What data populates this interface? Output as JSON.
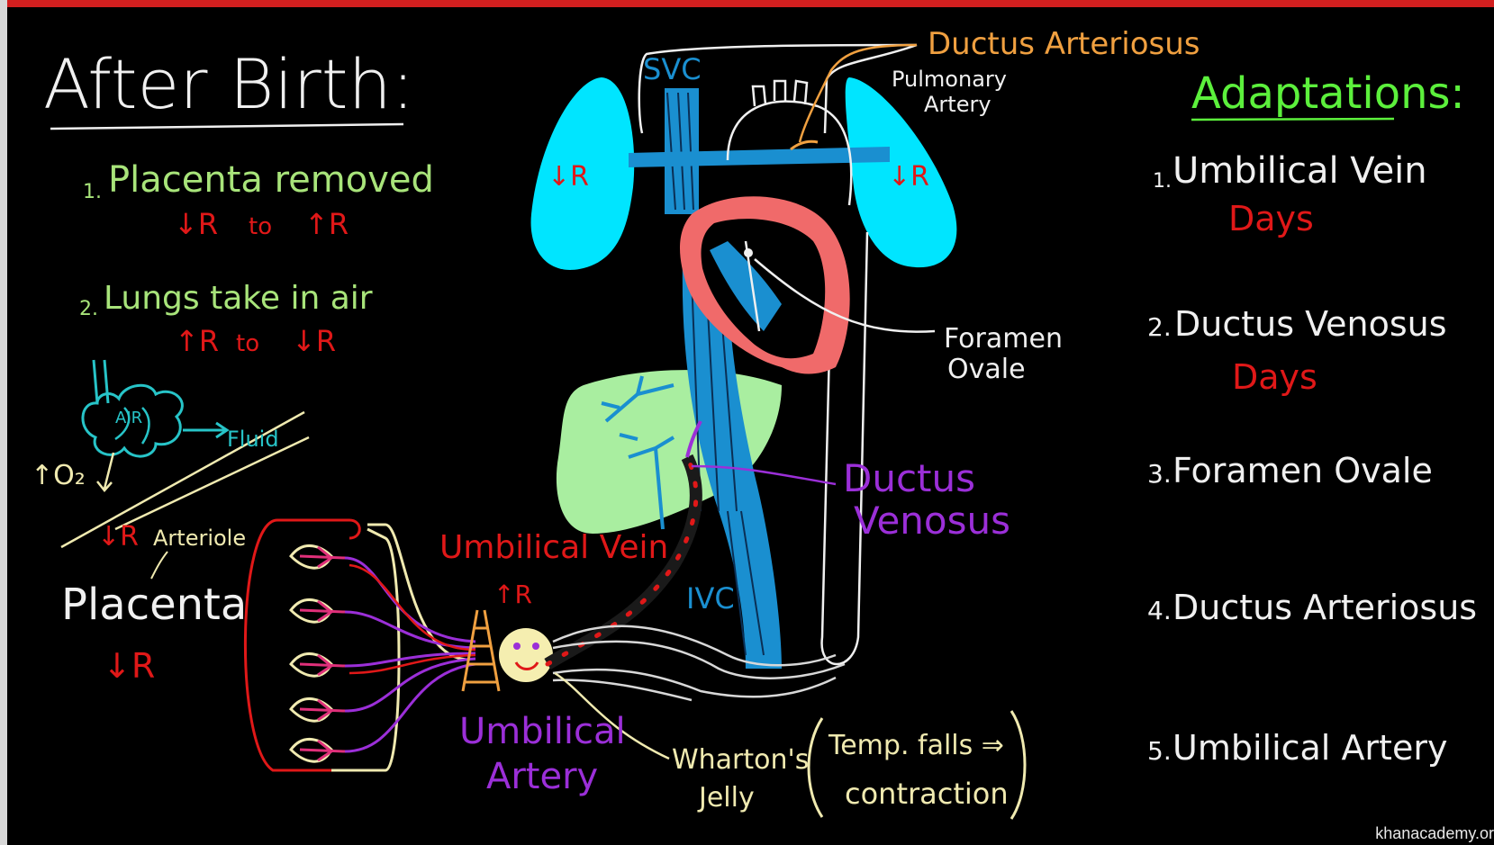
{
  "title": "After Birth:",
  "left_list": {
    "item1": {
      "num": "1.",
      "text": "Placenta removed",
      "change_from": "↓R",
      "change_to": "↑R",
      "to_word": "to"
    },
    "item2": {
      "num": "2.",
      "text": "Lungs take in air",
      "change_from": "↑R",
      "change_to": "↓R",
      "to_word": "to"
    }
  },
  "lung_sketch": {
    "air": "AIR",
    "fluid": "Fluid",
    "o2": "↑O₂",
    "resistance": "↓R",
    "arteriole": "Arteriole"
  },
  "placenta": {
    "label": "Placenta",
    "resistance": "↓R"
  },
  "heart_diagram": {
    "svc": "SVC",
    "ivc": "IVC",
    "lung_left_r": "↓R",
    "lung_right_r": "↓R",
    "ductus_arteriosus": "Ductus Arteriosus",
    "pulmonary_artery_line1": "Pulmonary",
    "pulmonary_artery_line2": "Artery",
    "foramen_ovale_line1": "Foramen",
    "foramen_ovale_line2": "Ovale",
    "ductus_venosus_line1": "Ductus",
    "ductus_venosus_line2": "Venosus",
    "umbilical_vein": "Umbilical Vein",
    "umbilical_vein_r": "↑R",
    "umbilical_artery_line1": "Umbilical",
    "umbilical_artery_line2": "Artery",
    "whartons_line1": "Wharton's",
    "whartons_line2": "Jelly",
    "temp_line1": "Temp. falls ⇒",
    "temp_line2": "contraction"
  },
  "adaptations": {
    "heading": "Adaptations:",
    "items": [
      {
        "num": "1.",
        "label": "Umbilical Vein",
        "note": "Days"
      },
      {
        "num": "2.",
        "label": "Ductus Venosus",
        "note": "Days"
      },
      {
        "num": "3.",
        "label": "Foramen Ovale",
        "note": ""
      },
      {
        "num": "4.",
        "label": "Ductus Arteriosus",
        "note": ""
      },
      {
        "num": "5.",
        "label": "Umbilical Artery",
        "note": ""
      }
    ]
  },
  "watermark": "khanacademy.or",
  "colors": {
    "chalk": "#f0f0f0",
    "green_text": "#a8e47a",
    "red_text": "#e01818",
    "lung": "#00e5ff",
    "heart": "#f06a6a",
    "vessel_blue": "#1a8fd0",
    "liver": "#a9eea0",
    "purple": "#9b2fd8",
    "orange": "#f0a040",
    "yellow_chalk": "#f0eab0",
    "title_green": "#5cf03c"
  }
}
